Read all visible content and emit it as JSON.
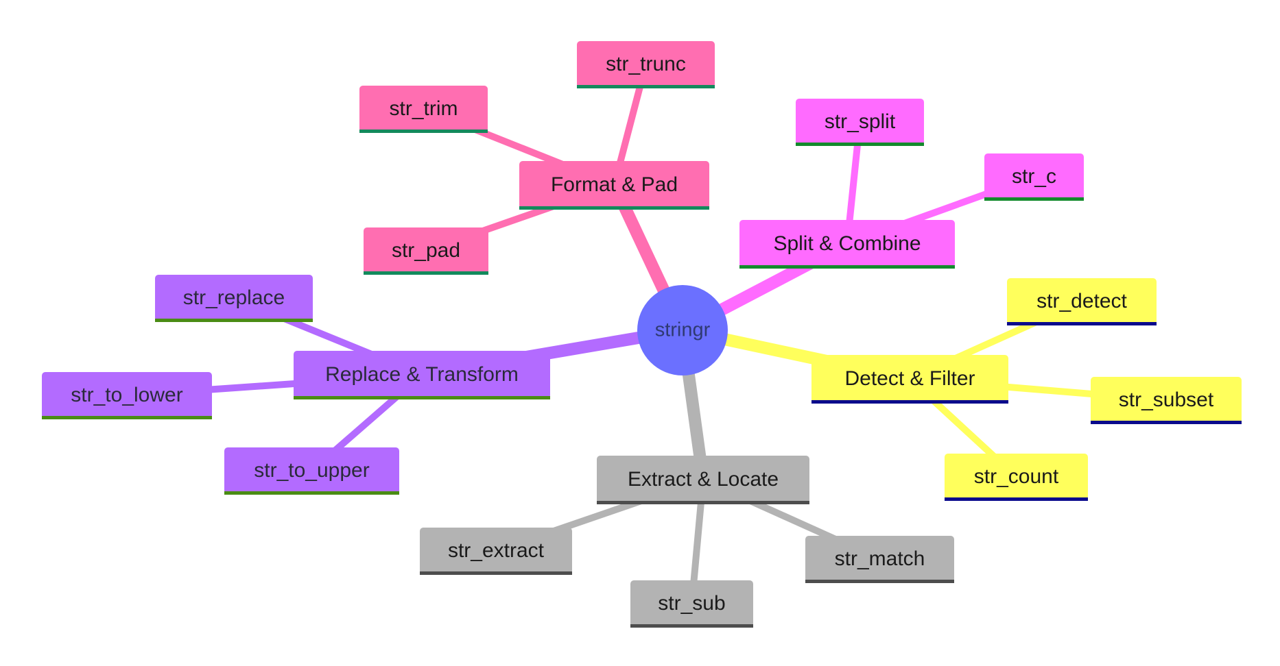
{
  "root": {
    "label": "stringr",
    "fill": "#6b70ff",
    "text_color": "#2f3a73"
  },
  "branches": [
    {
      "label": "Format & Pad",
      "fill": "#ff6eb1",
      "underline": "#138a5c",
      "edge": "#ff6eb1",
      "text_color": "#1a1a1a",
      "children": [
        "str_trunc",
        "str_trim",
        "str_pad"
      ]
    },
    {
      "label": "Split & Combine",
      "fill": "#ff6bff",
      "underline": "#138a2c",
      "edge": "#ff6bff",
      "text_color": "#1a1a1a",
      "children": [
        "str_split",
        "str_c"
      ]
    },
    {
      "label": "Detect & Filter",
      "fill": "#ffff5c",
      "underline": "#0a0a8c",
      "edge": "#ffff5c",
      "text_color": "#1a1a1a",
      "children": [
        "str_detect",
        "str_subset",
        "str_count"
      ]
    },
    {
      "label": "Extract & Locate",
      "fill": "#b3b3b3",
      "underline": "#4d4d4d",
      "edge": "#b3b3b3",
      "text_color": "#1a1a1a",
      "children": [
        "str_extract",
        "str_sub",
        "str_match"
      ]
    },
    {
      "label": "Replace & Transform",
      "fill": "#b36bff",
      "underline": "#4a8c14",
      "edge": "#b36bff",
      "text_color": "#2a2a3a",
      "children": [
        "str_replace",
        "str_to_lower",
        "str_to_upper"
      ]
    }
  ]
}
